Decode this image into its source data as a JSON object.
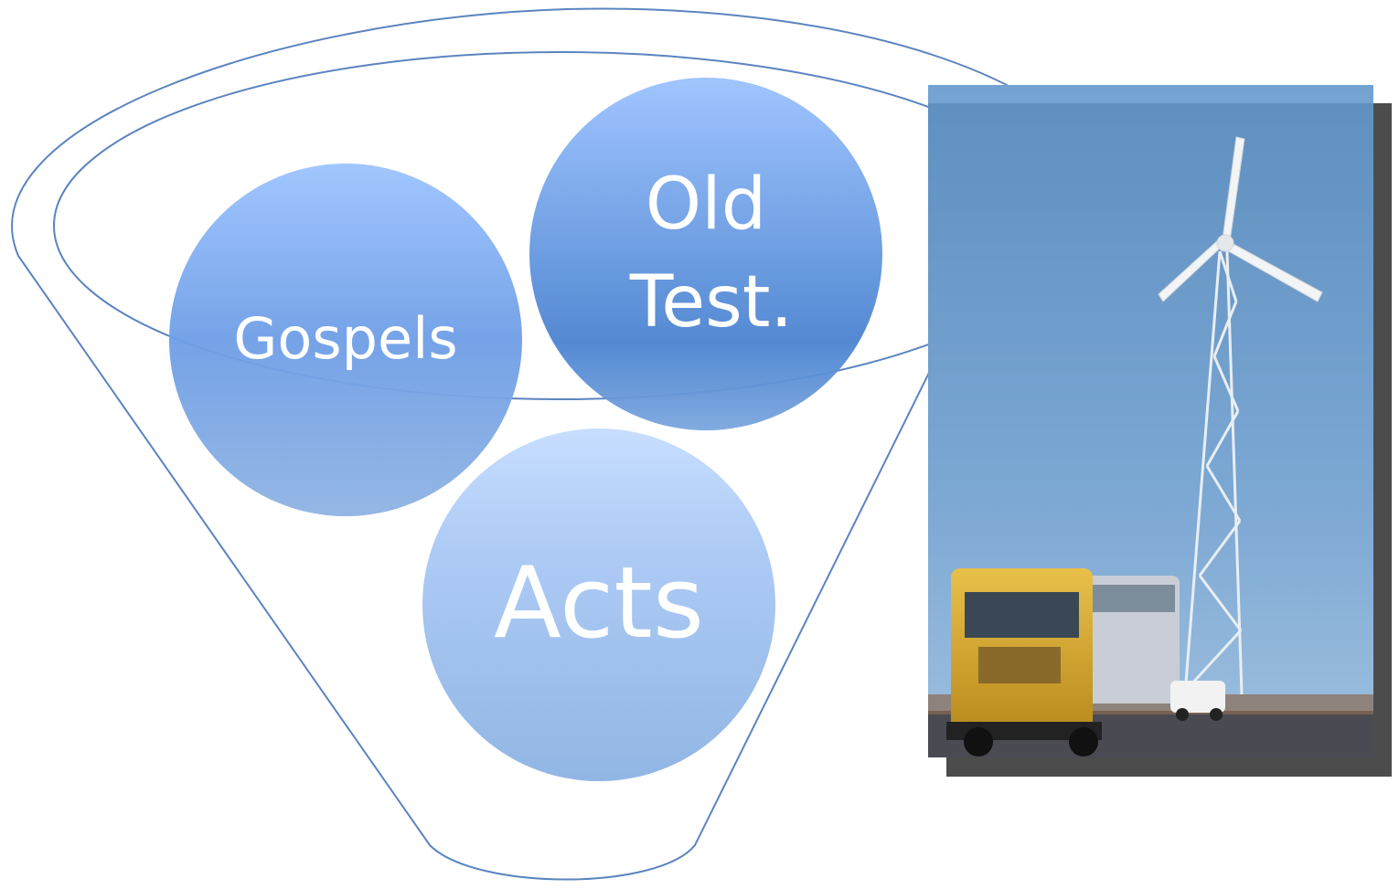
{
  "diagram": {
    "circles": [
      {
        "id": "gospels",
        "label": "Gospels"
      },
      {
        "id": "old-test",
        "label_lines": [
          "Old",
          "Test."
        ]
      },
      {
        "id": "acts",
        "label": "Acts"
      }
    ]
  },
  "colors": {
    "funnel_stroke": "#5b84bf",
    "circle_top": "#99c2ff",
    "circle_bottom": "#4f87d2",
    "photo_sky": "#6f9cc7",
    "bus_yellow": "#e6b93a",
    "shadow": "#4c4c4c"
  },
  "photo": {
    "icon": "wind-turbine-photo"
  }
}
